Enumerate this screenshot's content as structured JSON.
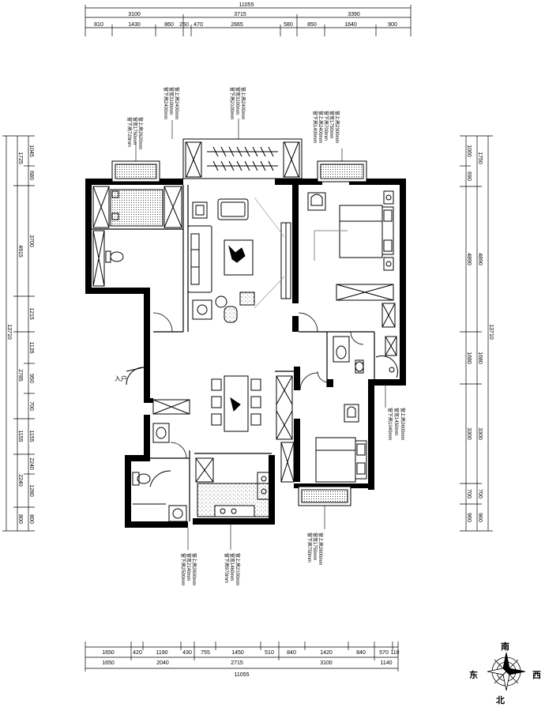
{
  "dimensions": {
    "top_total": "11055",
    "top_row1": [
      "3100",
      "3715",
      "3390"
    ],
    "top_row2": [
      "810",
      "1430",
      "860",
      "260",
      "470",
      "2665",
      "580",
      "850",
      "1640",
      "900"
    ],
    "bottom_row1": [
      "1650",
      "420",
      "1190",
      "430",
      "755",
      "1450",
      "510",
      "840",
      "1420",
      "840",
      "570",
      "110"
    ],
    "bottom_row2": [
      "1650",
      "2040",
      "2715",
      "3100",
      "1140"
    ],
    "bottom_total": "11055",
    "left_total": "13710",
    "left_outer": [
      "1725",
      "4915",
      "2785",
      "1155",
      "2240",
      "800"
    ],
    "left_inner": [
      "1045",
      "680",
      "3700",
      "1215",
      "1135",
      "950",
      "700",
      "1155",
      "2240",
      "1280",
      "800"
    ],
    "right_total": "13710",
    "right_outer": [
      "1750",
      "4890",
      "1680",
      "3300",
      "700",
      "960"
    ],
    "right_inner": [
      "1060",
      "690",
      "4890",
      "1680",
      "3300",
      "700",
      "960"
    ]
  },
  "window_notes": [
    {
      "lines": [
        "窗上高2620mm",
        "窗宽1750mm",
        "窗下高720mm"
      ]
    },
    {
      "lines": [
        "窗上高2400mm",
        "窗宽3100mm",
        "窗下高2400mm"
      ]
    },
    {
      "lines": [
        "窗上高2400mm",
        "窗宽3100mm",
        "窗下高2100mm"
      ]
    },
    {
      "lines": [
        "窗上高2300mm",
        "窗宽1750mm",
        "窗下高700mm",
        "窗上高2400mm",
        "窗下高1400mm"
      ]
    },
    {
      "lines": [
        "窗上高2600mm",
        "窗宽1450mm",
        "窗下高1040mm"
      ]
    },
    {
      "lines": [
        "窗上高2600mm",
        "窗宽1750mm",
        "窗下高750mm"
      ]
    },
    {
      "lines": [
        "窗上高2600mm",
        "窗宽2140mm",
        "窗下高2500mm"
      ]
    },
    {
      "lines": [
        "窗上高2100mm",
        "窗宽1460mm",
        "窗下高970mm"
      ]
    }
  ],
  "entrance_label": "入户",
  "compass": {
    "south": "南",
    "west": "西",
    "east": "东",
    "north": "北"
  }
}
